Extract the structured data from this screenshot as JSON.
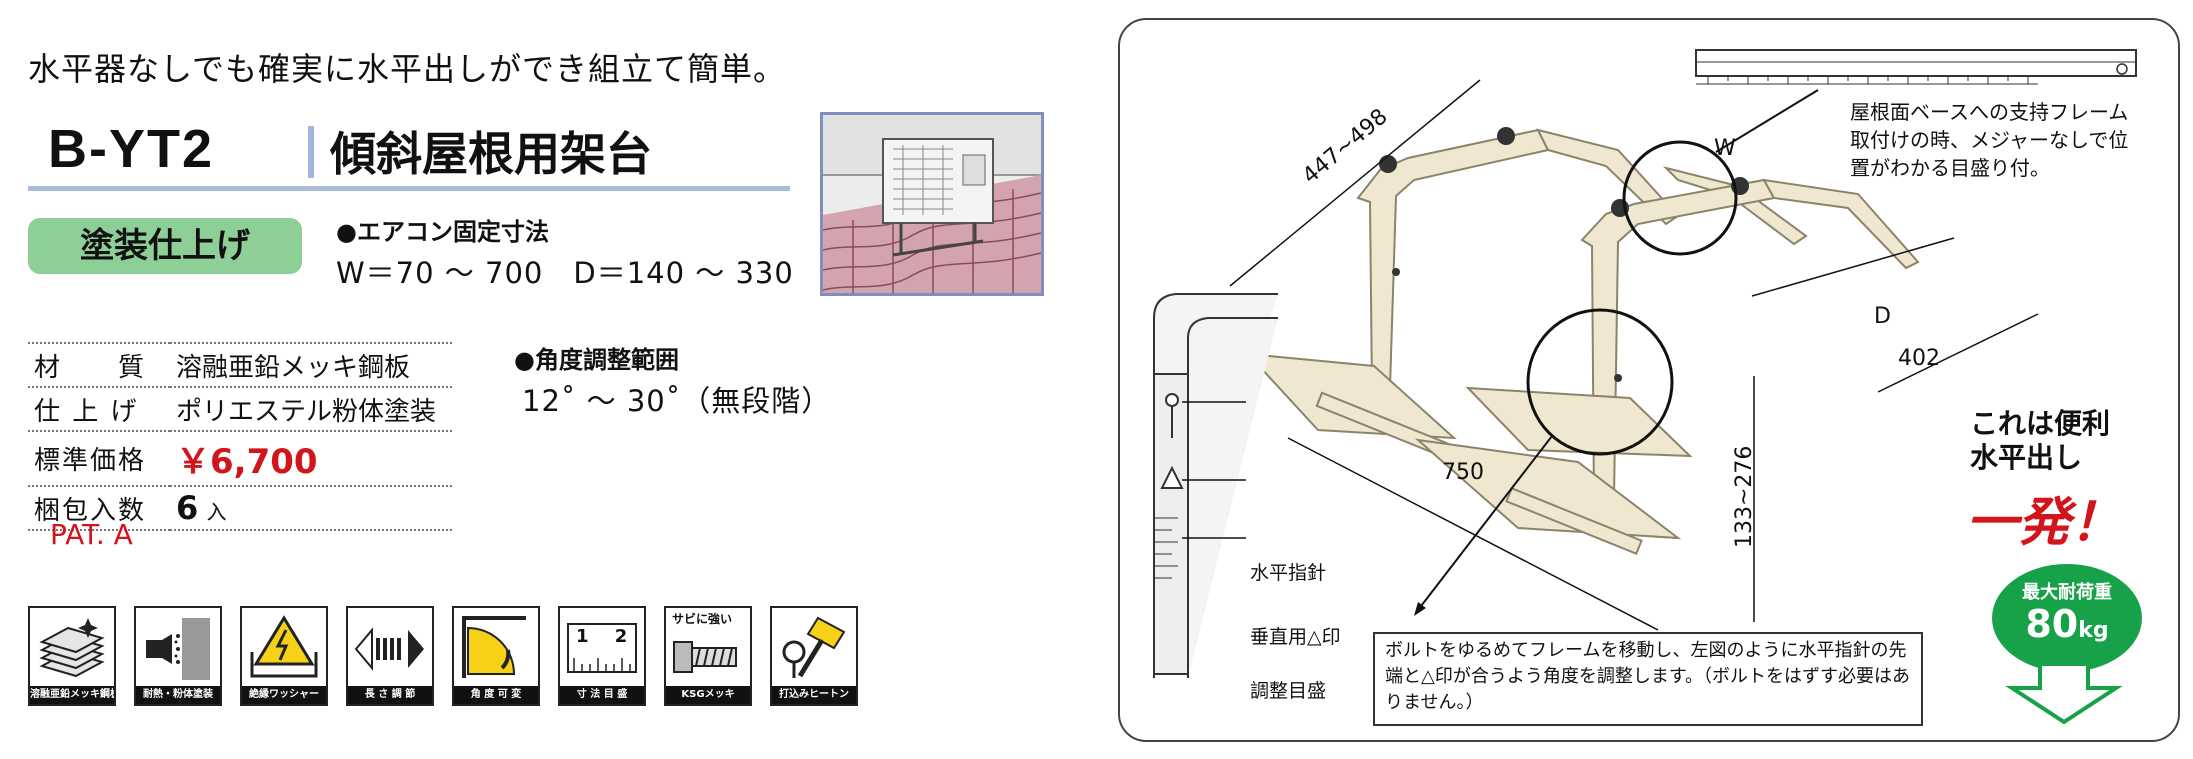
{
  "tagline": "水平器なしでも確実に水平出しができ組立て簡単。",
  "model": {
    "code": "B-YT2",
    "name": "傾斜屋根用架台"
  },
  "finish_label": "塗装仕上げ",
  "fixing": {
    "heading": "●エアコン固定寸法",
    "values": "W＝70 ～ 700　D＝140 ～ 330"
  },
  "angle": {
    "heading": "●角度調整範囲",
    "values": "12˚ ～ 30˚（無段階）"
  },
  "specs": [
    {
      "key": "材　　質",
      "value": "溶融亜鉛メッキ鋼板"
    },
    {
      "key": "仕 上 げ",
      "value": "ポリエステル粉体塗装"
    },
    {
      "key": "標準価格",
      "value": "￥6,700"
    },
    {
      "key": "梱包入数",
      "value": "6",
      "unit": "入"
    }
  ],
  "pat": "PAT. A",
  "feature_icons": [
    {
      "icon": "layered-plates-icon",
      "caption": "溶融亜鉛メッキ鋼板"
    },
    {
      "icon": "spray-icon",
      "caption": "耐熱・粉体塗装"
    },
    {
      "icon": "insulation-washer-icon",
      "caption": "絶縁ワッシャー"
    },
    {
      "icon": "length-adjust-icon",
      "caption": "長 さ 調 節"
    },
    {
      "icon": "angle-adjust-icon",
      "caption": "角 度 可 変"
    },
    {
      "icon": "scale-icon",
      "caption": "寸 法 目 盛",
      "scale_text": "1  2"
    },
    {
      "icon": "bolt-icon",
      "caption": "KSGメッキ",
      "top_text": "サビに強い"
    },
    {
      "icon": "hammer-icon",
      "caption": "打込みヒートン"
    }
  ],
  "diagram": {
    "dim_447": "447~498",
    "dim_w": "W",
    "dim_d": "D",
    "dim_402": "402",
    "dim_750": "750",
    "dim_133": "133~276",
    "ruler_note": "屋根面ベースへの支持フレーム取付けの時、メジャーなしで位置がわかる目盛り付。",
    "labels": {
      "level": "水平指針",
      "triangle": "垂直用△印",
      "scale": "調整目盛"
    },
    "instruction": "ボルトをゆるめてフレームを移動し、左図のように水平指針の先端と△印が合うよう角度を調整します。（ボルトをはずす必要はありません。）"
  },
  "promo": {
    "line1": "これは便利",
    "line2": "水平出し",
    "line3": "一発！",
    "badge_top": "最大耐荷重",
    "badge_value": "80",
    "badge_unit": "kg"
  },
  "colors": {
    "accent_red": "#d2141b",
    "finish_green": "#8ecf97",
    "rule_blue": "#a9bddb",
    "badge_green": "#17a24a"
  }
}
